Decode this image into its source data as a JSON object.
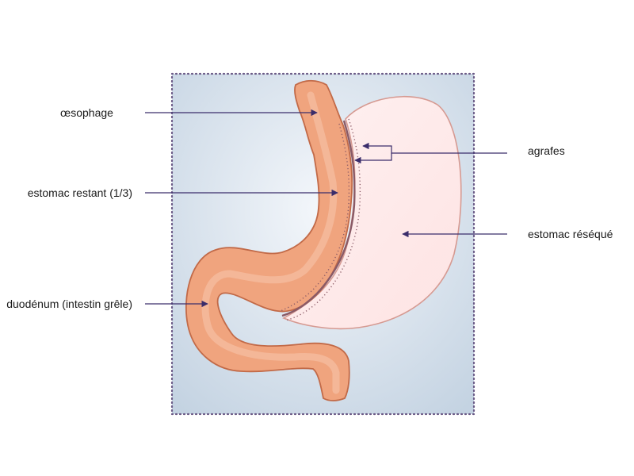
{
  "labels": {
    "oesophagus": "œsophage",
    "remaining_stomach": "estomac restant (1/3)",
    "duodenum": "duodénum (intestin grêle)",
    "staples": "agrafes",
    "resected_stomach": "estomac réséqué"
  },
  "colors": {
    "panel_light": "#f4f7fb",
    "panel_dark": "#c4d3e2",
    "border_dots": "#6a5a86",
    "tract_fill": "#f0a47e",
    "tract_inner": "#f4b292",
    "tract_outline": "#c26a48",
    "resected_fill": "#fde3e3",
    "resected_outline": "#d69a92",
    "staple_line": "#8a5a66",
    "arrow": "#3b2d6b",
    "text": "#1a1a1a"
  }
}
